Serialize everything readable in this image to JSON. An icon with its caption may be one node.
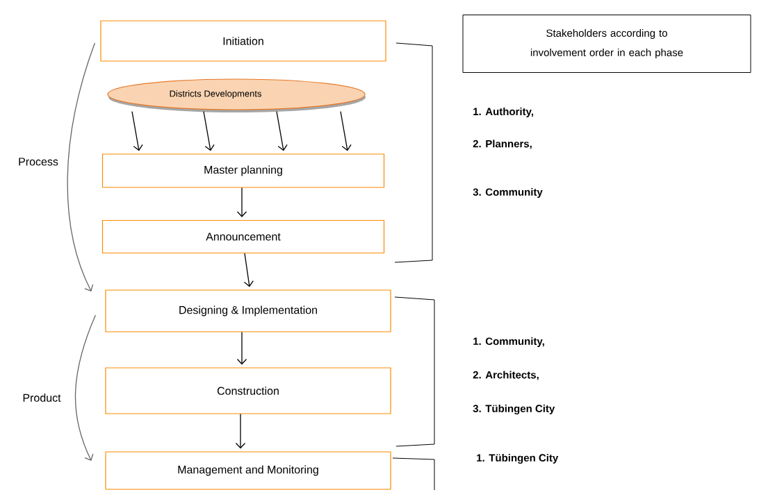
{
  "diagram": {
    "nodes": [
      {
        "text": [
          "Initiation"
        ]
      },
      {
        "text": [
          "Districts Developments"
        ]
      },
      {
        "text": [
          "Master planning"
        ]
      },
      {
        "text": [
          "Announcement"
        ]
      },
      {
        "text": [
          "Designing & Implementation"
        ]
      },
      {
        "text": [
          "Construction"
        ]
      },
      {
        "text": [
          "Management and Monitoring"
        ]
      },
      {
        "text": [
          "Stakeholders according to involvement order in each phase"
        ]
      }
    ],
    "edges": [
      {
        "from": 1,
        "to": 2,
        "arrow": "to"
      },
      {
        "from": 1,
        "to": 2,
        "arrow": "to"
      },
      {
        "from": 1,
        "to": 2,
        "arrow": "to"
      },
      {
        "from": 1,
        "to": 2,
        "arrow": "to"
      },
      {
        "from": 2,
        "to": 3,
        "arrow": "to"
      },
      {
        "from": 3,
        "to": 4,
        "arrow": "to"
      },
      {
        "from": 4,
        "to": 5,
        "arrow": "to"
      },
      {
        "from": 5,
        "to": 6,
        "arrow": "to"
      },
      {
        "from": 0,
        "to": 4,
        "arrow": "to",
        "label": "Process",
        "color": "#666666"
      },
      {
        "from": 4,
        "to": 6,
        "arrow": "to",
        "label": "Product",
        "color": "#666666"
      }
    ],
    "labels": [
      "1. Authority,",
      "2. Planners,",
      "3. Community",
      "1. Community,",
      "2. Architects,",
      "3. Tübingen City",
      "1. Tübingen City"
    ]
  }
}
